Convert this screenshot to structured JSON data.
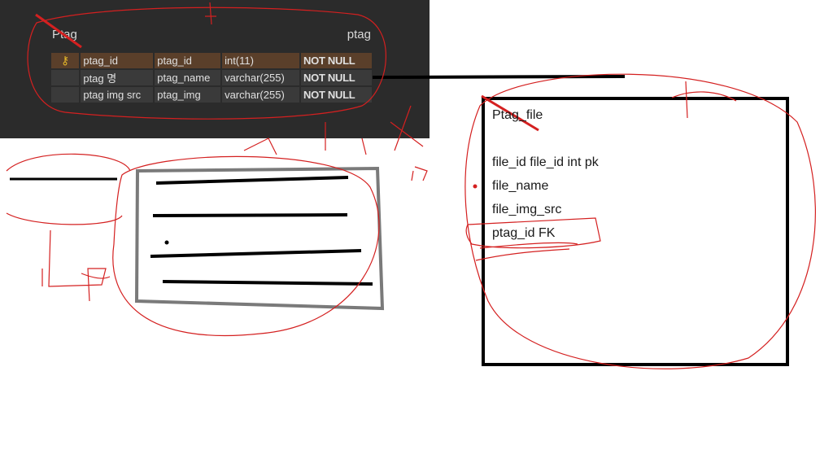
{
  "erd": {
    "title_left": "Ptag",
    "title_right": "ptag",
    "rows": [
      {
        "key": true,
        "name": "ptag_id",
        "column": "ptag_id",
        "type": "int(11)",
        "constraint": "NOT NULL"
      },
      {
        "key": false,
        "name": "ptag 명",
        "column": "ptag_name",
        "type": "varchar(255)",
        "constraint": "NOT NULL"
      },
      {
        "key": false,
        "name": "ptag img src",
        "column": "ptag_img",
        "type": "varchar(255)",
        "constraint": "NOT NULL"
      }
    ]
  },
  "entity": {
    "title": "Ptag_file",
    "fields": [
      "file_id file_id int pk",
      "file_name",
      "file_img_src",
      "ptag_id FK"
    ]
  },
  "colors": {
    "panel": "#2b2b2b",
    "annotation": "#d42020",
    "ink": "#000000",
    "box_gray": "#7a7a7a"
  }
}
